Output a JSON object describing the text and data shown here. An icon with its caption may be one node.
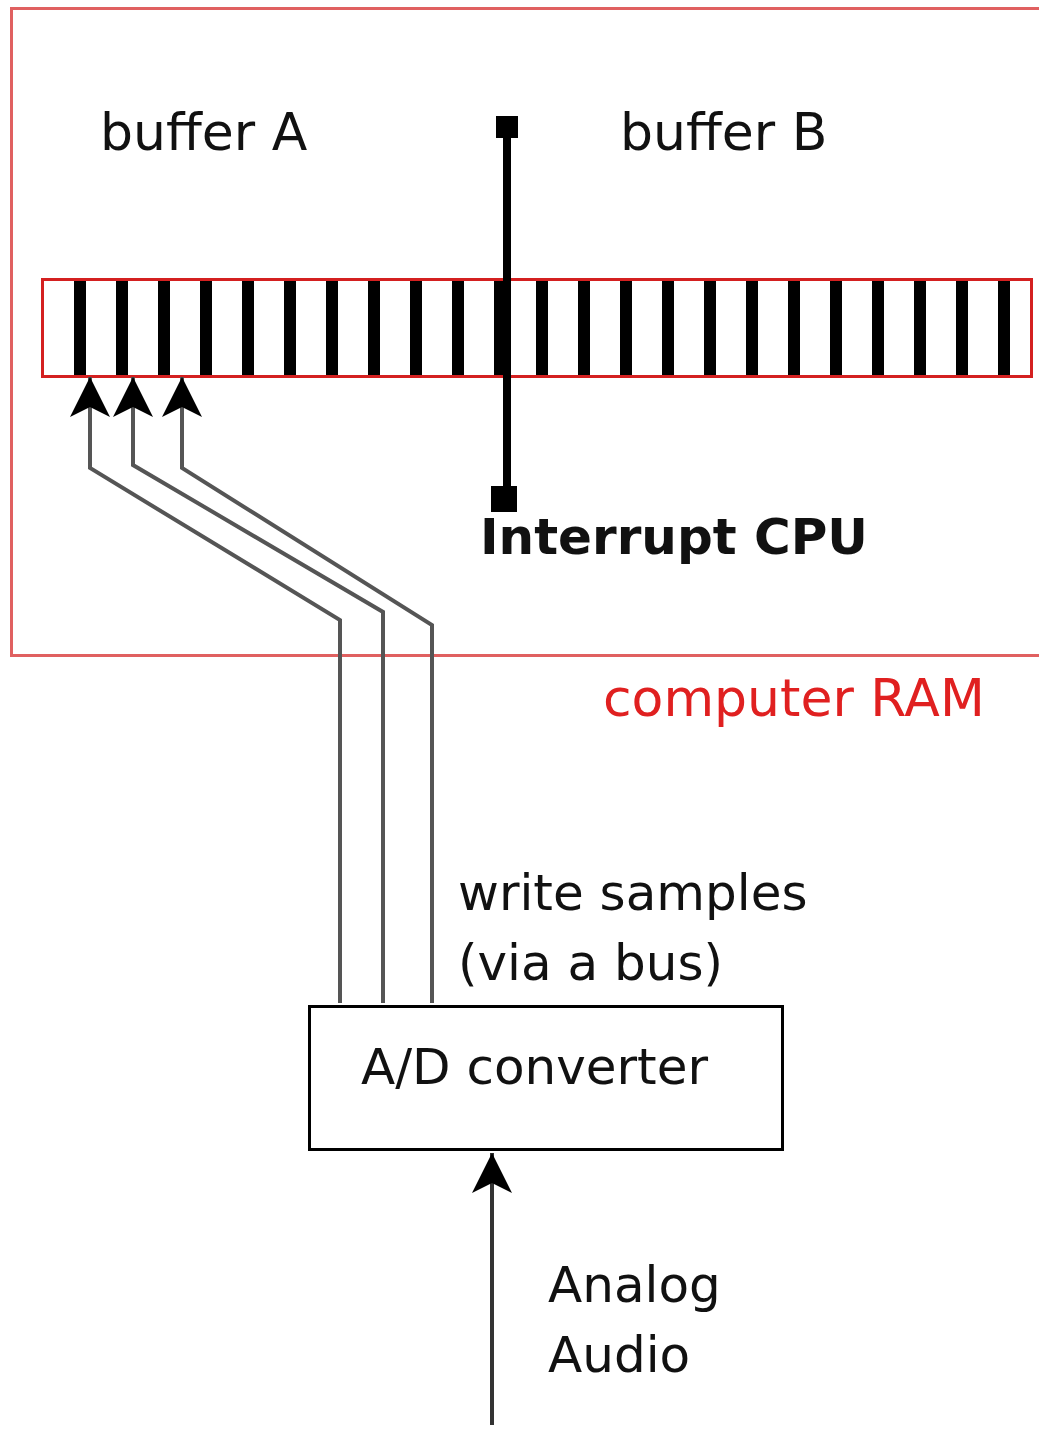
{
  "diagram": {
    "nodes": [
      {
        "text": [
          "computer RAM"
        ]
      },
      {
        "text": [],
        "shape": "bar",
        "in": 0
      },
      {
        "text": [
          "A/D converter"
        ]
      }
    ],
    "edges": [
      {
        "from": 2,
        "to": 1,
        "arrow": "to"
      },
      {
        "from": 2,
        "to": 1,
        "arrow": "to"
      },
      {
        "from": 2,
        "to": 1,
        "arrow": "to",
        "label": "write samples (via a bus)"
      },
      {
        "from": null,
        "to": 2,
        "arrow": "to",
        "label": "Analog Audio"
      }
    ],
    "labels": [
      "buffer A",
      "buffer B",
      "Interrupt CPU"
    ]
  }
}
